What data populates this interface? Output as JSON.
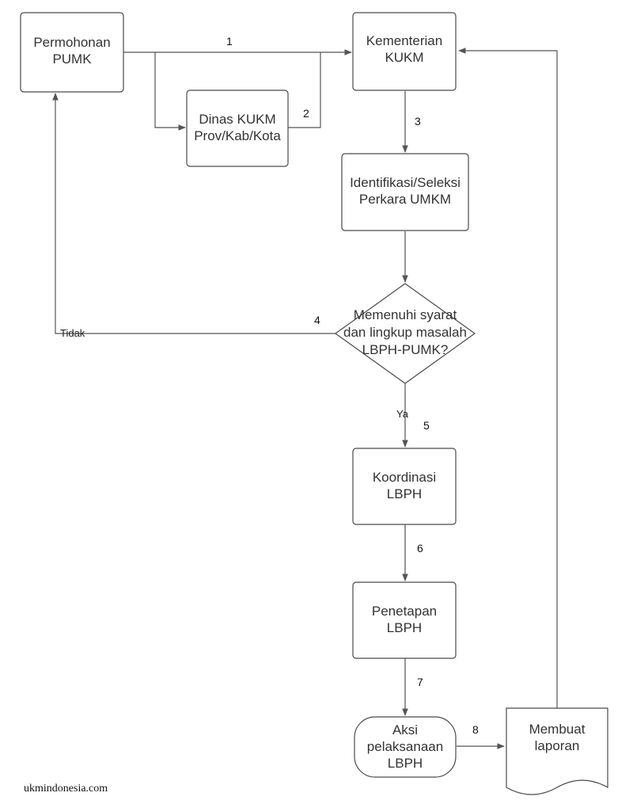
{
  "nodes": {
    "permohonan": [
      "Permohonan",
      "PUMK"
    ],
    "dinas": [
      "Dinas KUKM",
      "Prov/Kab/Kota"
    ],
    "kementerian": [
      "Kementerian",
      "KUKM"
    ],
    "identifikasi": [
      "Identifikasi/Seleksi",
      "Perkara UMKM"
    ],
    "decision": [
      "Memenuhi syarat",
      "dan lingkup masalah",
      "LBPH-PUMK?"
    ],
    "koordinasi": [
      "Koordinasi",
      "LBPH"
    ],
    "penetapan": [
      "Penetapan",
      "LBPH"
    ],
    "aksi": [
      "Aksi",
      "pelaksanaan",
      "LBPH"
    ],
    "laporan": [
      "Membuat",
      "laporan"
    ]
  },
  "steps": {
    "s1": "1",
    "s2": "2",
    "s3": "3",
    "s4": "4",
    "s5": "5",
    "s6": "6",
    "s7": "7",
    "s8": "8"
  },
  "branches": {
    "no": "Tidak",
    "yes": "Ya"
  },
  "watermark": "ukmindonesia.com"
}
